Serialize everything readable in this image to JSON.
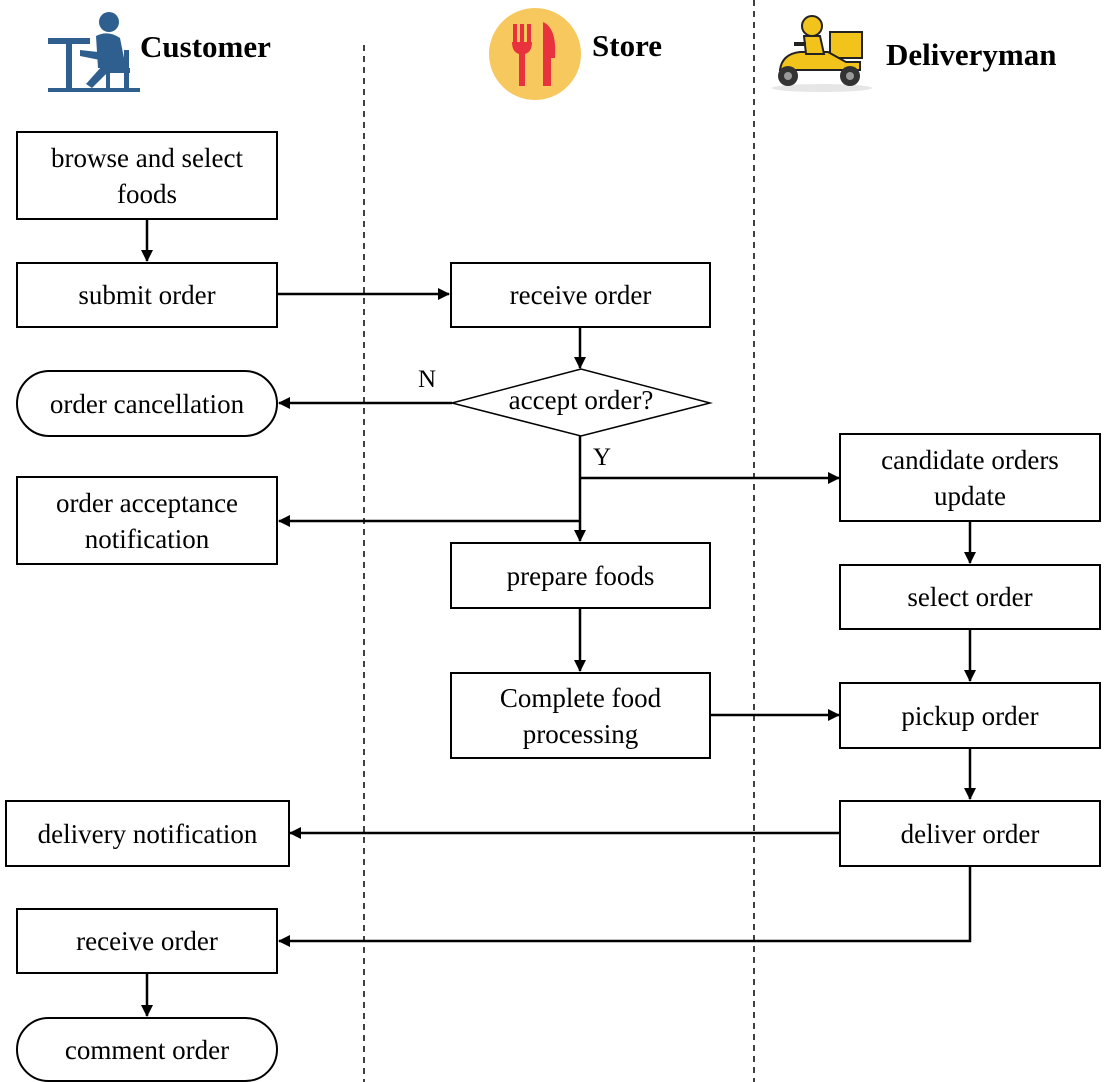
{
  "lanes": {
    "customer": "Customer",
    "store": "Store",
    "deliveryman": "Deliveryman"
  },
  "icons": {
    "customer": "seated-person-at-table-icon",
    "store": "fork-and-knife-icon",
    "deliveryman": "delivery-scooter-icon"
  },
  "nodes": {
    "browse": "browse and select\nfoods",
    "submit": "submit order",
    "receive_store": "receive order",
    "accept": "accept order?",
    "cancel": "order cancellation",
    "accept_notice": "order acceptance\nnotification",
    "candidate": "candidate orders\nupdate",
    "prepare": "prepare foods",
    "select": "select order",
    "complete": "Complete food\nprocessing",
    "pickup": "pickup order",
    "deliver": "deliver order",
    "delivery_notice": "delivery notification",
    "receive_customer": "receive order",
    "comment": "comment order"
  },
  "edge_labels": {
    "no": "N",
    "yes": "Y"
  },
  "colors": {
    "customer_icon": "#2e5f8e",
    "store_circle": "#f7c85e",
    "store_utensils": "#e8333f",
    "scooter": "#f2c31a"
  }
}
